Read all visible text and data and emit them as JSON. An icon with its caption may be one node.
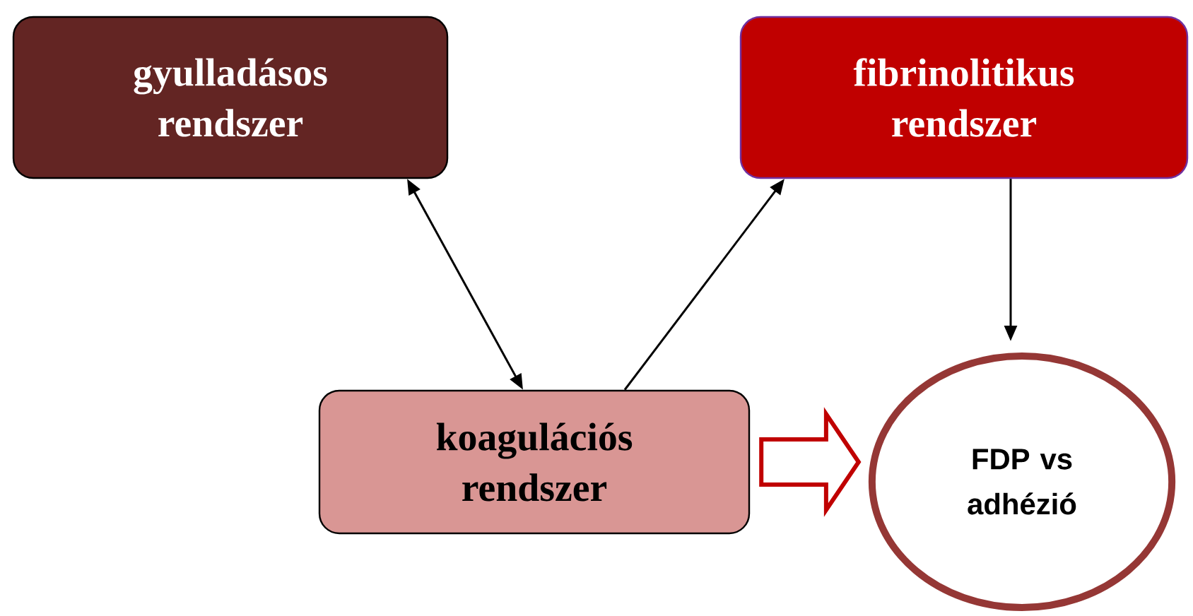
{
  "diagram": {
    "nodes": [
      {
        "text": [
          "gyulladásos rendszer"
        ]
      },
      {
        "text": [
          "fibrinolitikus rendszer"
        ]
      },
      {
        "text": [
          "koagulációs rendszer"
        ]
      },
      {
        "text": [
          "FDP vs adhézió"
        ]
      }
    ],
    "edges": [
      {
        "from": 0,
        "to": 2,
        "arrow": "both"
      },
      {
        "from": 2,
        "to": 1,
        "arrow": "to"
      },
      {
        "from": 1,
        "to": 3,
        "arrow": "to"
      },
      {
        "from": 2,
        "to": 3,
        "arrow": "to",
        "style": "thick",
        "color": "#c00000"
      }
    ]
  }
}
